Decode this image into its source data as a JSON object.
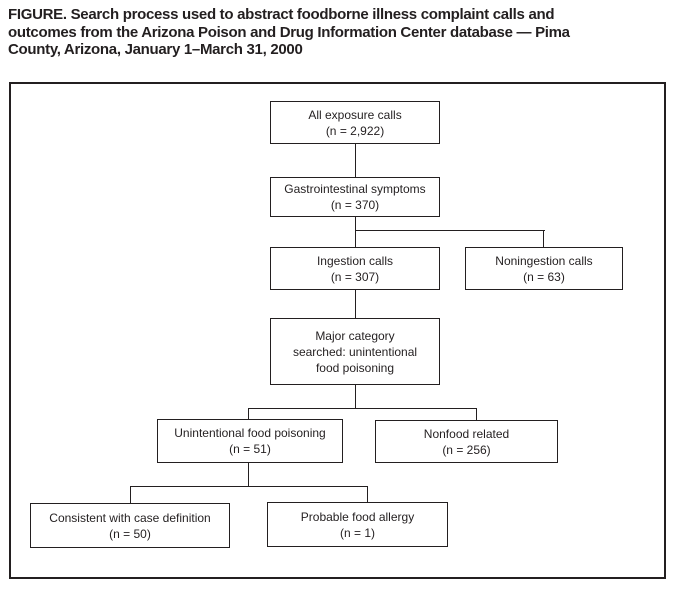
{
  "title": {
    "lines": [
      "FIGURE. Search process used to abstract foodborne illness complaint calls and",
      "outcomes from the Arizona Poison and Drug Information Center database — Pima",
      "County, Arizona, January 1–March 31, 2000"
    ]
  },
  "chart": {
    "type": "flowchart",
    "colors": {
      "line": "#231f20",
      "text": "#231f20",
      "background": "#ffffff"
    },
    "nodes": {
      "all_exposure": {
        "label": "All exposure calls",
        "count": "(n = 2,922)"
      },
      "gi_symptoms": {
        "label": "Gastrointestinal symptoms",
        "count": "(n = 370)"
      },
      "ingestion": {
        "label": "Ingestion calls",
        "count": "(n = 307)"
      },
      "noningestion": {
        "label": "Noningestion calls",
        "count": "(n = 63)"
      },
      "major_category": {
        "lines": [
          "Major category",
          "searched: unintentional",
          "food poisoning"
        ]
      },
      "unintentional": {
        "label": "Unintentional food poisoning",
        "count": "(n = 51)"
      },
      "nonfood": {
        "label": "Nonfood related",
        "count": "(n = 256)"
      },
      "case_definition": {
        "label": "Consistent with case definition",
        "count": "(n = 50)"
      },
      "food_allergy": {
        "label": "Probable food allergy",
        "count": "(n = 1)"
      }
    },
    "edges": [
      [
        "all_exposure",
        "gi_symptoms"
      ],
      [
        "gi_symptoms",
        "ingestion"
      ],
      [
        "gi_symptoms",
        "noningestion"
      ],
      [
        "ingestion",
        "major_category"
      ],
      [
        "major_category",
        "unintentional"
      ],
      [
        "major_category",
        "nonfood"
      ],
      [
        "unintentional",
        "case_definition"
      ],
      [
        "unintentional",
        "food_allergy"
      ]
    ]
  }
}
